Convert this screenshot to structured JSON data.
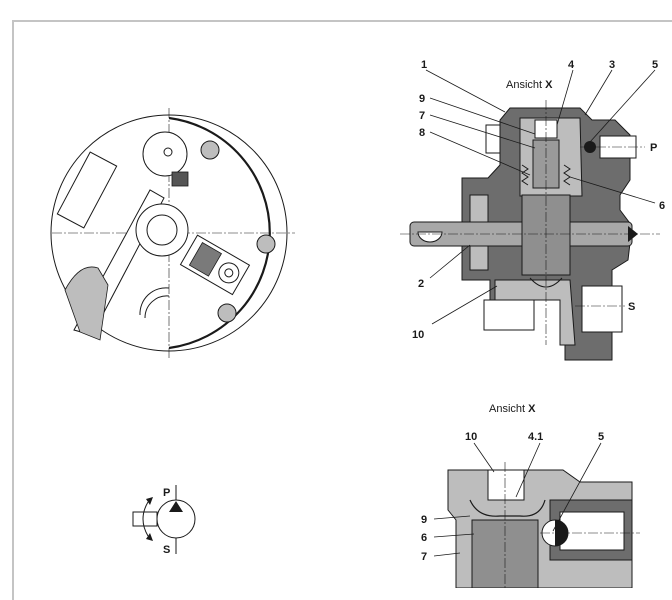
{
  "figure": {
    "title": "Pump cross-section drawing",
    "views": {
      "section_view": {
        "caption_prefix": "Ansicht",
        "caption_letter": "X",
        "part_labels": [
          "1",
          "4",
          "3",
          "5",
          "9",
          "7",
          "8",
          "6",
          "2",
          "10"
        ],
        "port_labels": [
          "P",
          "S"
        ]
      },
      "detail_view": {
        "caption_prefix": "Ansicht",
        "caption_letter": "X",
        "part_labels": [
          "10",
          "4.1",
          "5",
          "9",
          "6",
          "7"
        ]
      },
      "symbol": {
        "port_labels": [
          "P",
          "S"
        ]
      }
    },
    "colors": {
      "housing_dark": "#6d6d6d",
      "housing_light": "#bdbdbd",
      "line": "#1a1a1a",
      "frame": "#c4c4c4"
    }
  }
}
